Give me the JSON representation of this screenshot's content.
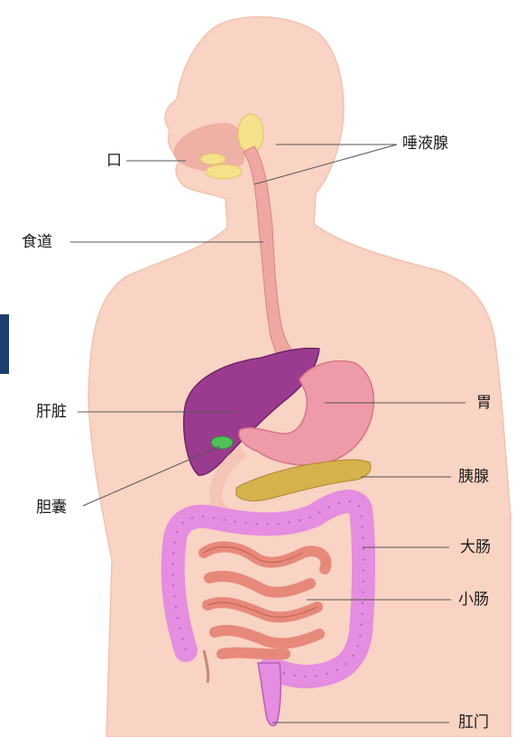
{
  "diagram": {
    "labels": {
      "mouth": "口",
      "salivary_glands": "唾液腺",
      "esophagus": "食道",
      "liver": "肝脏",
      "stomach": "胃",
      "gallbladder": "胆囊",
      "pancreas": "胰腺",
      "large_intestine": "大肠",
      "small_intestine": "小肠",
      "anus": "肛门"
    },
    "colors": {
      "body": "#f9d3c3",
      "liver": "#9b3b8f",
      "stomach": "#ef9aa8",
      "esophagus": "#efa7a4",
      "salivary": "#f5e08c",
      "pancreas": "#d6b24a",
      "large_intestine": "#e58de0",
      "small_intestine": "#e7897a",
      "gallbladder": "#4fc05a",
      "side_tab": "#1e3f6e"
    }
  }
}
